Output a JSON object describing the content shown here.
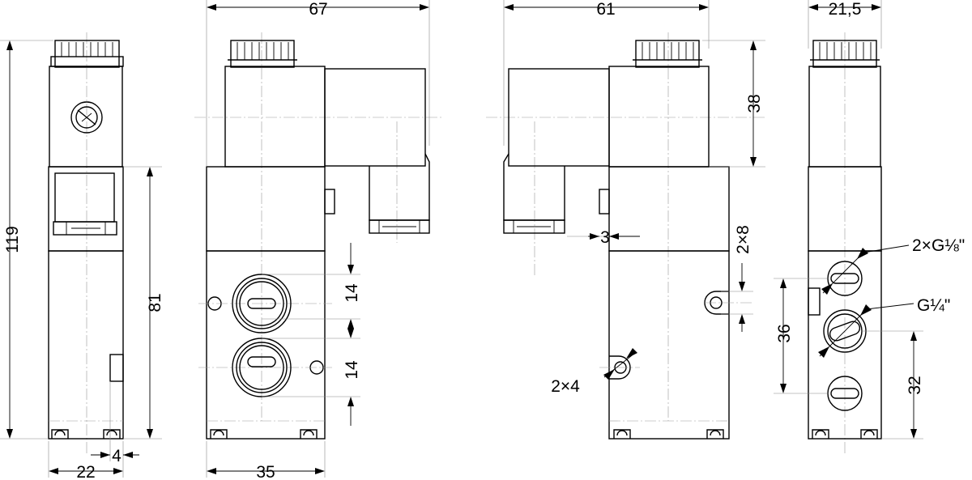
{
  "dimensions": {
    "side_height": "119",
    "side_width": "22",
    "side_offset": "4",
    "body_height": "81",
    "front_total_width": "67",
    "front_body_width": "35",
    "port_spacing_upper": "14",
    "port_spacing_lower": "14",
    "back_total_width": "61",
    "coil_height": "38",
    "slot_depth": "3",
    "mount_holes_upper": "2×8",
    "mount_holes_lower": "2×4",
    "end_width": "21,5",
    "end_port_spacing": "36",
    "end_port_height": "32"
  },
  "thread_callouts": {
    "pilot_ports": "2×G⅛\"",
    "main_port": "G¼\""
  }
}
